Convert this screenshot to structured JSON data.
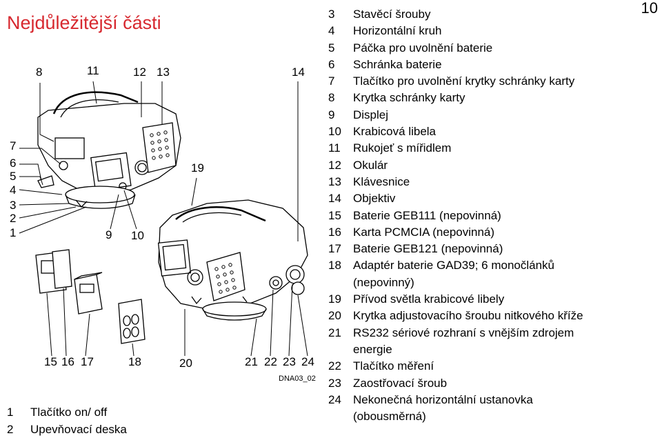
{
  "title": "Nejdůležitější části",
  "page_number": "10",
  "image_code": "DNA03_02",
  "accent_color": "#d7282f",
  "callouts": [
    "8",
    "11",
    "12",
    "13",
    "14",
    "7",
    "6",
    "5",
    "4",
    "3",
    "2",
    "1",
    "9",
    "10",
    "19",
    "15",
    "16",
    "17",
    "18",
    "20",
    "21",
    "22",
    "23",
    "24"
  ],
  "parts": [
    {
      "num": "3",
      "text": "Stavěcí šrouby"
    },
    {
      "num": "4",
      "text": "Horizontální kruh"
    },
    {
      "num": "5",
      "text": "Páčka pro uvolnění baterie"
    },
    {
      "num": "6",
      "text": "Schránka baterie"
    },
    {
      "num": "7",
      "text": "Tlačítko pro uvolnění krytky schránky karty"
    },
    {
      "num": "8",
      "text": "Krytka schránky karty"
    },
    {
      "num": "9",
      "text": "Displej"
    },
    {
      "num": "10",
      "text": "Krabicová libela"
    },
    {
      "num": "11",
      "text": "Rukojeť s mířidlem"
    },
    {
      "num": "12",
      "text": "Okulár"
    },
    {
      "num": "13",
      "text": "Klávesnice"
    },
    {
      "num": "14",
      "text": "Objektiv"
    },
    {
      "num": "15",
      "text": "Baterie GEB111 (nepovinná)"
    },
    {
      "num": "16",
      "text": "Karta PCMCIA (nepovinná)"
    },
    {
      "num": "17",
      "text": "Baterie GEB121 (nepovinná)"
    },
    {
      "num": "18",
      "text": "Adaptér baterie GAD39; 6 monočlánků",
      "cont": "(nepovinný)"
    },
    {
      "num": "19",
      "text": "Přívod světla krabicové libely"
    },
    {
      "num": "20",
      "text": "Krytka adjustovacího šroubu nitkového kříže"
    },
    {
      "num": "21",
      "text": "RS232 sériové rozhraní s vnějším zdrojem",
      "cont": "energie"
    },
    {
      "num": "22",
      "text": "Tlačítko měření"
    },
    {
      "num": "23",
      "text": "Zaostřovací šroub"
    },
    {
      "num": "24",
      "text": "Nekonečná horizontální ustanovka",
      "cont": "(obousměrná)"
    }
  ],
  "bottom_parts": [
    {
      "num": "1",
      "text": "Tlačítko on/ off"
    },
    {
      "num": "2",
      "text": "Upevňovací deska"
    }
  ]
}
